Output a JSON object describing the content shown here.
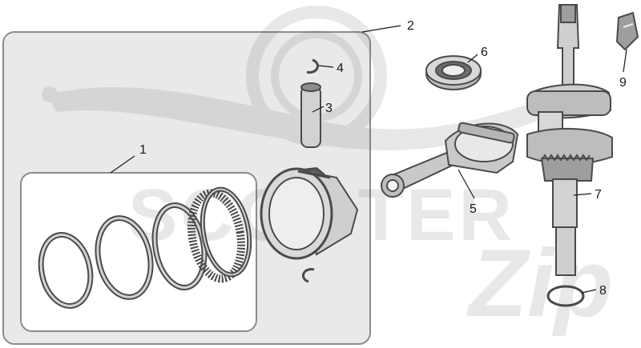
{
  "watermark": {
    "brand_text": "SCOOTER",
    "script_text": "Zip"
  },
  "callouts": [
    {
      "id": "1",
      "label": "1"
    },
    {
      "id": "2",
      "label": "2"
    },
    {
      "id": "3",
      "label": "3"
    },
    {
      "id": "4",
      "label": "4"
    },
    {
      "id": "5",
      "label": "5"
    },
    {
      "id": "6",
      "label": "6"
    },
    {
      "id": "7",
      "label": "7"
    },
    {
      "id": "8",
      "label": "8"
    },
    {
      "id": "9",
      "label": "9"
    }
  ],
  "colors": {
    "panel_fill": "#e9e9e9",
    "panel_stroke": "#8c8c8c",
    "part_fill": "#d2d2d2",
    "part_dark": "#4a4a4a",
    "line": "#1a1a1a"
  }
}
